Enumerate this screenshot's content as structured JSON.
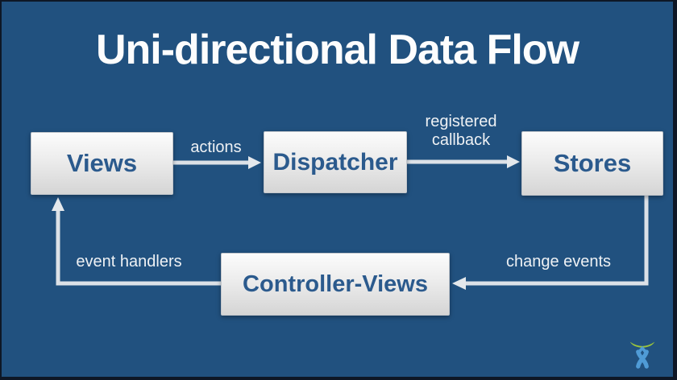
{
  "title": "Uni-directional Data Flow",
  "nodes": [
    {
      "id": "views",
      "label": "Views"
    },
    {
      "id": "dispatcher",
      "label": "Dispatcher"
    },
    {
      "id": "stores",
      "label": "Stores"
    },
    {
      "id": "controller-views",
      "label": "Controller-Views"
    }
  ],
  "edges": [
    {
      "from": "Views",
      "to": "Dispatcher",
      "label": "actions"
    },
    {
      "from": "Dispatcher",
      "to": "Stores",
      "label": "registered callback"
    },
    {
      "from": "Stores",
      "to": "Controller-Views",
      "label": "change events"
    },
    {
      "from": "Controller-Views",
      "to": "Views",
      "label": "event handlers"
    }
  ],
  "logo": {
    "name": "atlassian-logo"
  },
  "colors": {
    "background": "#21517f",
    "frame": "#0e1726",
    "box_text": "#2b5a8d",
    "box_fill_top": "#fcfcfc",
    "box_fill_bottom": "#d5d5d5",
    "arrow": "#dce1e7",
    "label_text": "#eef1f4",
    "logo_green": "#9bc43c",
    "logo_blue": "#4f9bd6"
  }
}
